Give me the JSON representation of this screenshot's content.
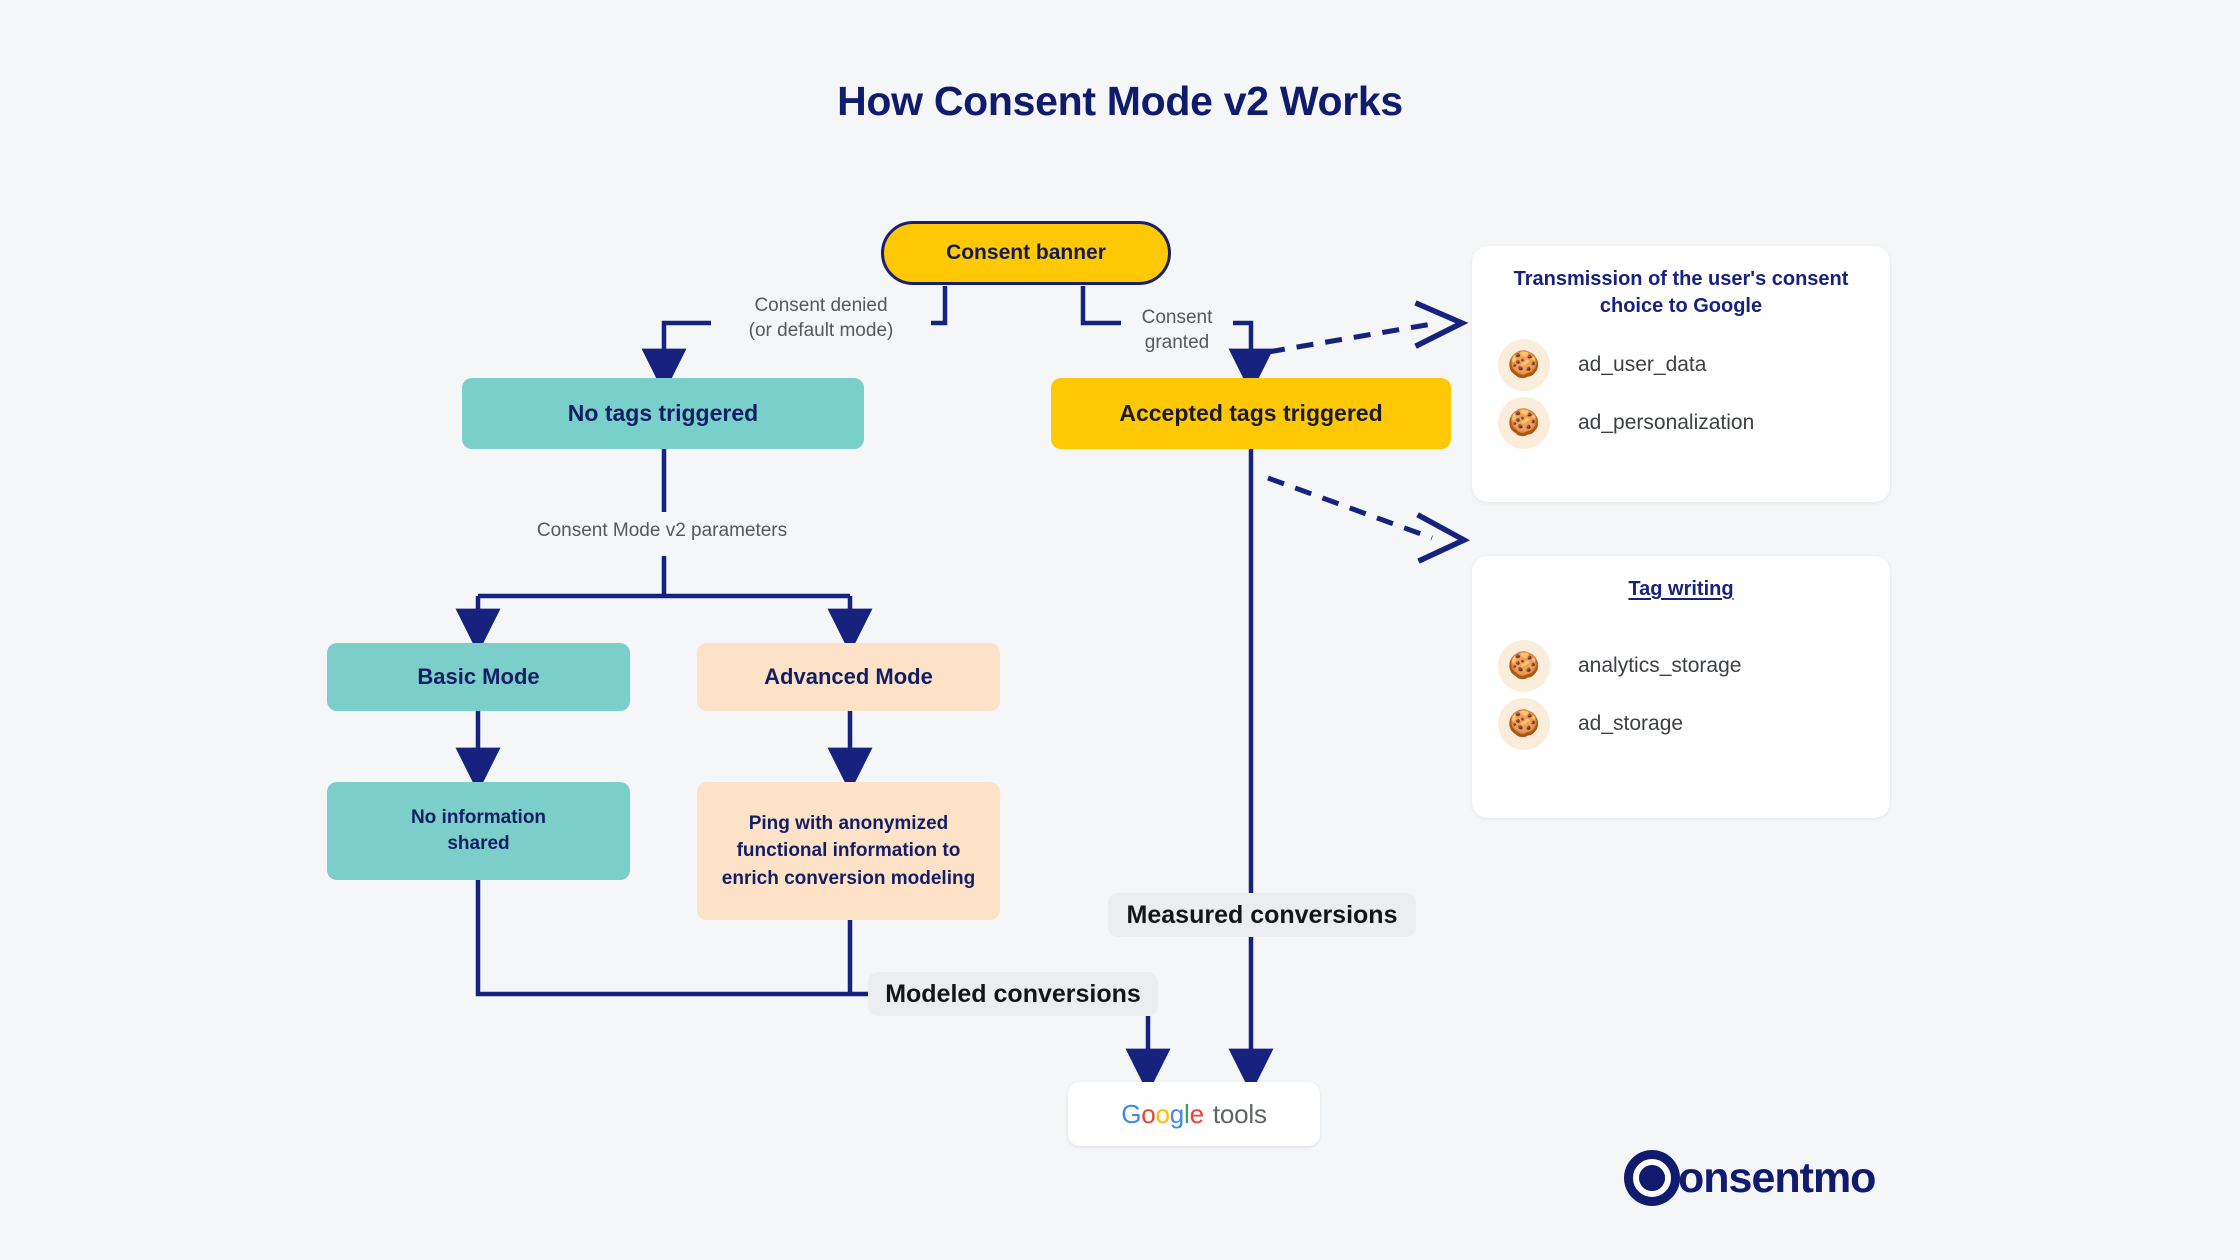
{
  "page": {
    "title": "How Consent Mode v2 Works",
    "background_color": "#f4f6f8",
    "accent_navy": "#16227e",
    "accent_yellow": "#ffc805",
    "accent_teal": "#7bcec9",
    "accent_peach": "#fde2c8"
  },
  "nodes": {
    "consent_banner": "Consent banner",
    "no_tags": "No tags triggered",
    "accepted_tags": "Accepted tags triggered",
    "basic_mode": "Basic Mode",
    "advanced_mode": "Advanced Mode",
    "no_information": "No information\nshared",
    "ping": "Ping with anonymized functional information to enrich conversion modeling"
  },
  "edge_labels": {
    "consent_denied": "Consent denied\n(or default mode)",
    "consent_granted": "Consent\ngranted",
    "parameters": "Consent Mode v2 parameters",
    "modeled_conversions": "Modeled conversions",
    "measured_conversions": "Measured conversions"
  },
  "google_tools": {
    "g": "G",
    "o1": "o",
    "o2": "o",
    "g2": "g",
    "l": "l",
    "e": "e",
    "suffix": "tools"
  },
  "cards": [
    {
      "id": "transmission",
      "title": "Transmission of the user's consent choice to Google",
      "underlined": false,
      "items": [
        {
          "icon": "cookie-icon",
          "glyph": "🍪",
          "label": "ad_user_data"
        },
        {
          "icon": "cookie-icon",
          "glyph": "🍪",
          "label": "ad_personalization"
        }
      ]
    },
    {
      "id": "tagwriting",
      "title": "Tag writing",
      "underlined": true,
      "items": [
        {
          "icon": "cookie-icon",
          "glyph": "🍪",
          "label": "analytics_storage"
        },
        {
          "icon": "cookie-icon",
          "glyph": "🍪",
          "label": "ad_storage"
        }
      ]
    }
  ],
  "brand": {
    "name": "onsentmo",
    "mark": "copyright-c-icon"
  }
}
